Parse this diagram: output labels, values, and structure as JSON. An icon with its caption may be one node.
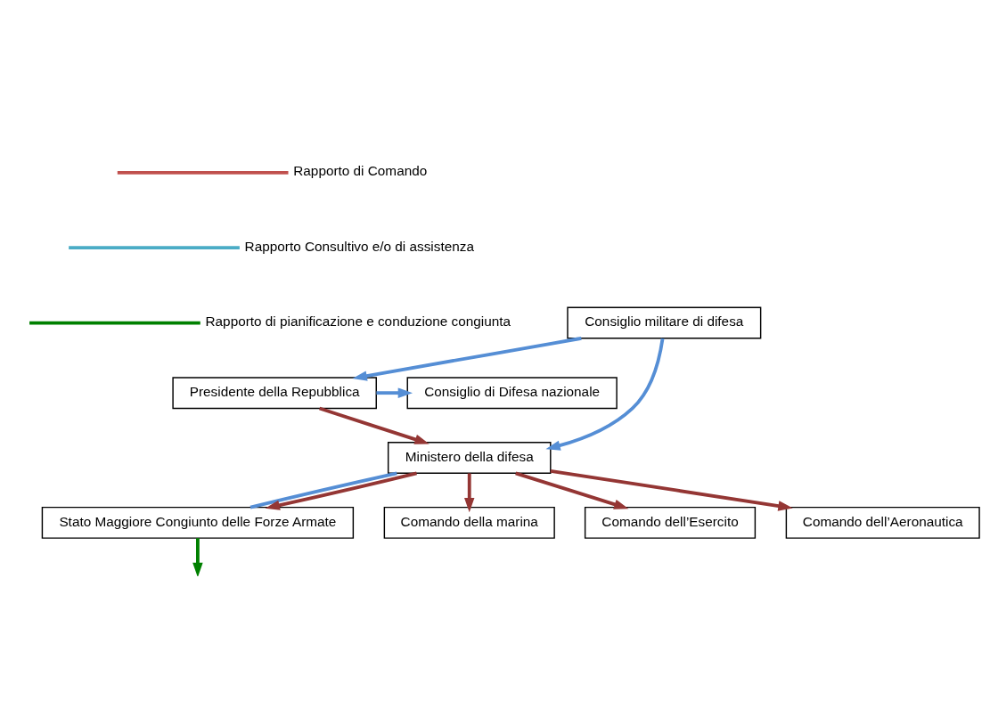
{
  "diagram": {
    "nodes": [
      {
        "text": [
          "Presidente della Repubblica"
        ]
      },
      {
        "text": [
          "Consiglio di Difesa nazionale"
        ]
      },
      {
        "text": [
          "Consiglio militare di difesa"
        ]
      },
      {
        "text": [
          "Ministero della difesa"
        ]
      },
      {
        "text": [
          "Stato Maggiore Congiunto delle Forze Armate"
        ]
      },
      {
        "text": [
          "Comando della marina"
        ]
      },
      {
        "text": [
          "Comando dell’Esercito"
        ]
      },
      {
        "text": [
          "Comando dell’Aeronautica"
        ]
      }
    ],
    "edges": [
      {
        "from": 0,
        "to": 1,
        "arrow": "to",
        "color": "#558ed5"
      },
      {
        "from": 0,
        "to": 3,
        "arrow": "to"
      },
      {
        "from": 2,
        "to": 0,
        "arrow": "to",
        "color": "#558ed5"
      },
      {
        "from": 2,
        "to": 3,
        "arrow": "to",
        "color": "#558ed5"
      },
      {
        "from": 3,
        "to": 4,
        "arrow": "none",
        "color": "#558ed5"
      },
      {
        "from": 3,
        "to": 4,
        "arrow": "to"
      },
      {
        "from": 4,
        "to": null,
        "arrow": "to",
        "color": "#008000"
      },
      {
        "from": 3,
        "to": 5,
        "arrow": "to"
      },
      {
        "from": 3,
        "to": 6,
        "arrow": "to"
      },
      {
        "from": 3,
        "to": 7,
        "arrow": "to"
      }
    ],
    "legend": [
      {
        "text": "Rapporto di Comando",
        "color": "#c0504d"
      },
      {
        "text": "Rapporto Consultivo e/o di assistenza",
        "color": "#4bacc6"
      },
      {
        "text": "Rapporto di pianificazione e conduzione congiunta",
        "color": "#008000"
      }
    ]
  }
}
